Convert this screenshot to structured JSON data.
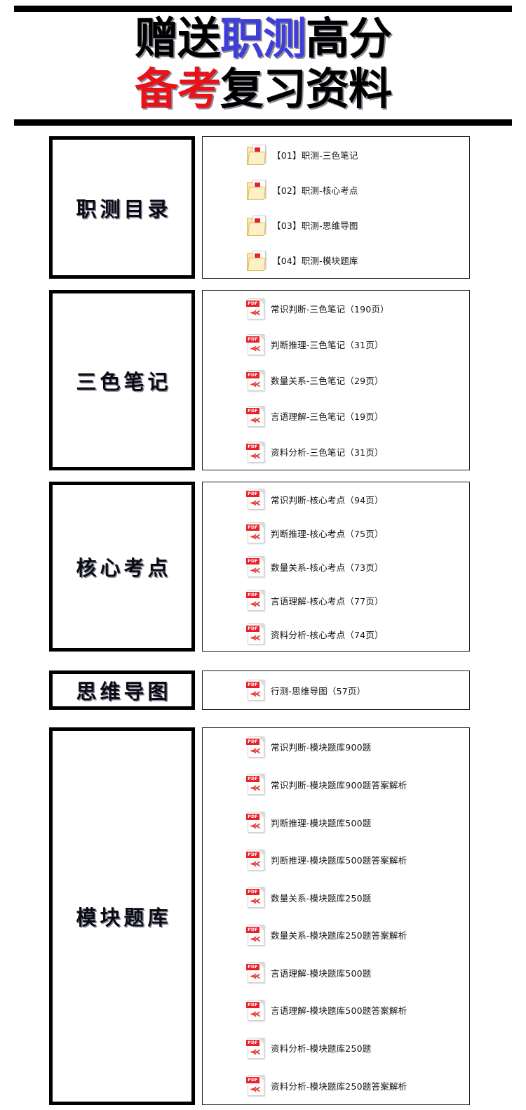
{
  "header": {
    "title_line_1": [
      {
        "text": "赠送",
        "color": "black"
      },
      {
        "text": "职测",
        "color": "blue"
      },
      {
        "text": "高分",
        "color": "black"
      }
    ],
    "title_line_2": [
      {
        "text": "备考",
        "color": "red"
      },
      {
        "text": "复习资料",
        "color": "black"
      }
    ],
    "title_line_1_plain": "赠送职测高分",
    "title_line_2_plain": "备考复习资料",
    "colors": {
      "blue": "#3f3fd8",
      "red": "#e8131a",
      "black": "#000000"
    }
  },
  "sections": [
    {
      "category": "职测目录",
      "icon_type": "folder-pdf-icon",
      "files": [
        {
          "name": "【01】职测-三色笔记"
        },
        {
          "name": "【02】职测-核心考点"
        },
        {
          "name": "【03】职测-思维导图"
        },
        {
          "name": "【04】职测-模块题库"
        }
      ]
    },
    {
      "category": "三色笔记",
      "icon_type": "pdf-icon",
      "files": [
        {
          "name": "常识判断-三色笔记（190页）"
        },
        {
          "name": "判断推理-三色笔记（31页）"
        },
        {
          "name": "数量关系-三色笔记（29页）"
        },
        {
          "name": "言语理解-三色笔记（19页）"
        },
        {
          "name": "资料分析-三色笔记（31页）"
        }
      ]
    },
    {
      "category": "核心考点",
      "icon_type": "pdf-icon",
      "files": [
        {
          "name": "常识判断-核心考点（94页）"
        },
        {
          "name": "判断推理-核心考点（75页）"
        },
        {
          "name": "数量关系-核心考点（73页）"
        },
        {
          "name": "言语理解-核心考点（77页）"
        },
        {
          "name": "资料分析-核心考点（74页）"
        }
      ]
    },
    {
      "category": "思维导图",
      "icon_type": "pdf-icon",
      "files": [
        {
          "name": "行测-思维导图（57页）"
        }
      ]
    },
    {
      "category": "模块题库",
      "icon_type": "pdf-icon",
      "files": [
        {
          "name": "常识判断-模块题库900题"
        },
        {
          "name": "常识判断-模块题库900题答案解析"
        },
        {
          "name": "判断推理-模块题库500题"
        },
        {
          "name": "判断推理-模块题库500题答案解析"
        },
        {
          "name": "数量关系-模块题库250题"
        },
        {
          "name": "数量关系-模块题库250题答案解析"
        },
        {
          "name": "言语理解-模块题库500题"
        },
        {
          "name": "言语理解-模块题库500题答案解析"
        },
        {
          "name": "资料分析-模块题库250题"
        },
        {
          "name": "资料分析-模块题库250题答案解析"
        }
      ]
    }
  ],
  "icons": {
    "pdf_band_label": "PDF",
    "pdf_glyph": "⪻",
    "folder_glyph": "⪻"
  }
}
